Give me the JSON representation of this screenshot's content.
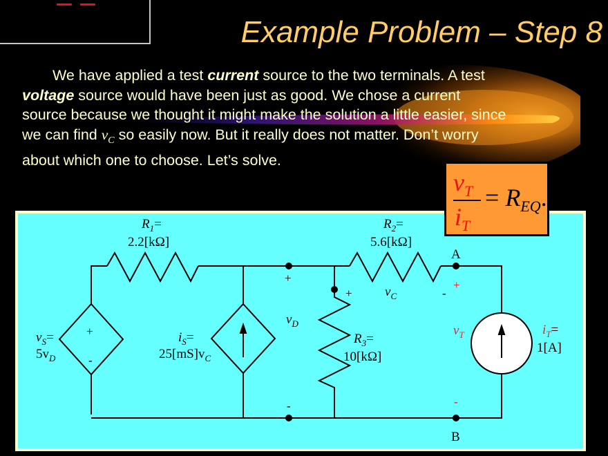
{
  "slide": {
    "title": "Example Problem – Step 8",
    "colors": {
      "background": "#000000",
      "title": "#ffcc66",
      "body_text": "#ffffcc",
      "panel": "#66ffff",
      "panel_border": "#ffffcc",
      "formula_box": "#ff9933",
      "accent_red": "#ee1111"
    }
  },
  "paragraph": {
    "line1_pre": "We have applied a test ",
    "line1_bold": "current",
    "line1_post": " source to the two terminals.  A test",
    "line2_bold": "voltage",
    "line2_post": " source would have been just as good.  We chose a current",
    "line3": "source because we thought it might make the solution a little easier, since",
    "line4_pre": "we can find ",
    "line4_var": "v",
    "line4_sub": "C",
    "line4_post": " so easily now.  But it really does not matter.  Don’t worry",
    "line5": "about which one to choose.  Let’s solve."
  },
  "formula": {
    "num_var": "v",
    "num_sub": "T",
    "den_var": "i",
    "den_sub": "T",
    "eq": "= ",
    "rhs_var": "R",
    "rhs_sub": "EQ",
    "end": "."
  },
  "circuit": {
    "r1": {
      "name": "R",
      "sub": "1",
      "eq": "=",
      "value": "2.2[kΩ]"
    },
    "r2": {
      "name": "R",
      "sub": "2",
      "eq": "=",
      "value": "5.6[kΩ]"
    },
    "r3": {
      "name": "R",
      "sub": "3",
      "eq": "=",
      "value": "10[kΩ]"
    },
    "vs": {
      "name": "v",
      "sub": "S",
      "eq": "=",
      "value_pre": "5v",
      "value_sub": "D",
      "plus": "+",
      "minus": "-"
    },
    "is": {
      "name": "i",
      "sub": "S",
      "eq": "=",
      "value_pre": "25[mS]v",
      "value_sub": "C"
    },
    "it": {
      "name": "i",
      "sub": "T",
      "eq": "=",
      "value": "1[A]"
    },
    "vd": {
      "name": "v",
      "sub": "D",
      "plus": "+",
      "minus": "-"
    },
    "vc": {
      "name": "v",
      "sub": "C",
      "plus": "+",
      "minus": "-"
    },
    "vt": {
      "name": "v",
      "sub": "T",
      "plus": "+",
      "minus": "-"
    },
    "terminal_a": "A",
    "terminal_b": "B"
  }
}
